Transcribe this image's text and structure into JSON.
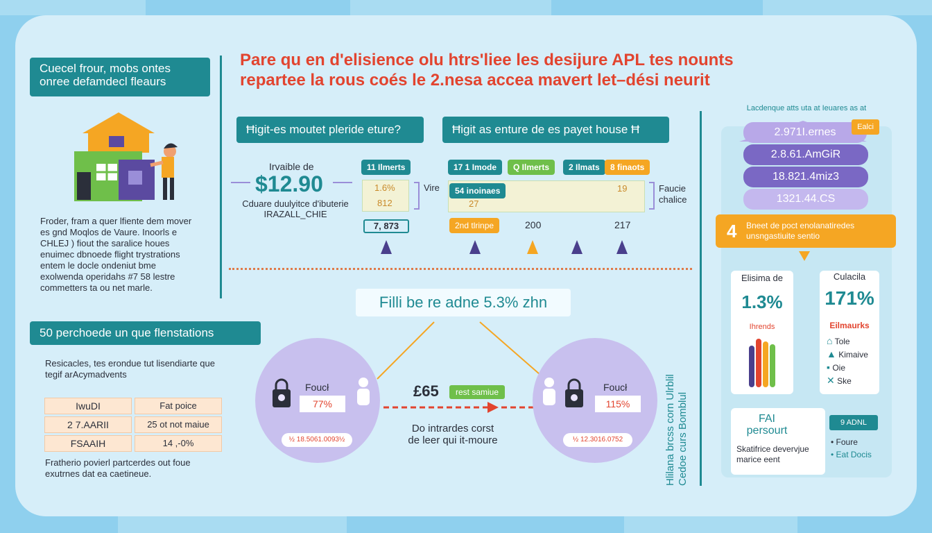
{
  "colors": {
    "teal": "#1f8a92",
    "red": "#e2442f",
    "orange": "#f5a623",
    "lavender": "#c8c0ee",
    "purple": "#4a3f8c"
  },
  "icons": {
    "house": "house-icon",
    "person": "person-icon",
    "lock": "padlock-icon",
    "arrow": "arrow-right-icon"
  },
  "left": {
    "tag1": "Cuecel frour, mobs ontes\nonree defamdecl fleaurs",
    "para1": "Froder, fram a quer lfiente dem mover\nes gnd Moqlos de Vaure. Inoorls e\nCHLEJ ) fiout the saralice houes\nenuimec dbnoede flight trystrations\nentem le docle ondeniut bme\nexolwenda operidahs #7 58 lestre\ncommetters ta ou net marle.",
    "tag2": "50 perchoede un que flenstations",
    "para2": "Resicacles, tes erondue tut lisendiarte que\ntegif arAcymadvents",
    "table": [
      [
        "IwuDI",
        "Fat poice"
      ],
      [
        "2 7.AARII",
        "25 ot not maiue"
      ],
      [
        "FSAAIH",
        "14 ,-0%"
      ]
    ],
    "para3": "Fratherio povierl partcerdes out foue\nexutrnes dat ea caetineue."
  },
  "headline": "Pare qu en d'elisience olu htrs'liee les desijure APL tes nounts\nrepartee la rous coés le 2.nesa accea mavert let–dési neurit",
  "mid": {
    "tagA": "Ħigit-es moutet pleride eture?",
    "tagB": "Ħigit as enture de es payet house Ħ",
    "price_label": "Irvaible de",
    "price": "$12.90",
    "price_sub": "Cduare duulyitce d'ibuterie\nIRAZALL_CHIE",
    "pill_a": "11 Ilmerts",
    "box_row1": "1.6%",
    "box_row2": "812",
    "value_box": "7, 873",
    "vire": "Vire",
    "pills": [
      "17 1 Imode",
      "Q Ilmerts",
      "2 Ilmats",
      "8 finaots"
    ],
    "bar_label": "54 inoinaes",
    "bar_vals": [
      "27",
      "19"
    ],
    "bottom_pill": "2nd tlrinpe",
    "num_200": "200",
    "num_217": "217",
    "faucie": "Faucie\nchalice",
    "banner": "Filli be re adne 5.3% zhn",
    "left_circle": {
      "label": "Foucł",
      "pct": "77%",
      "code": "½ 18.5061.0093½"
    },
    "right_circle": {
      "label": "Foucł",
      "pct": "115%",
      "code": "½ 12.3016.0752"
    },
    "price_mid": "£65",
    "rest": "rest samiue",
    "caption": "Do intrardes corst\nde leer qui it-moure"
  },
  "vertical": "Hlilana brcss corn Ulrblil\nCedoe curs Bomblul",
  "right": {
    "mini_title": "Lacdenque atts uta at Ieuares as at",
    "bars": [
      "2.971I.ernes",
      "2.8.61.AmGiR",
      "18.821.4miz3",
      "1321.44.CS"
    ],
    "badge": "Ealci",
    "banner_num": "4",
    "banner_text": "Bneet de poct enolanatiredes\nunsngastiuite sentio",
    "stat1": {
      "title": "Elisima de",
      "value": "1.3%",
      "sub": "Ihrends"
    },
    "stat2": {
      "title": "Culacila",
      "value": "171%",
      "sub": "Eilmaurks",
      "items": [
        "Tole",
        "Kimaive",
        "Oie",
        "Ske"
      ]
    },
    "fai_title": "FAI\npersourt",
    "fai_text": "Skatifrice devervjue\nmarice eent",
    "fai_tag": "9 ADNL",
    "fai_items": [
      "Foure",
      "Eat Docis"
    ]
  }
}
